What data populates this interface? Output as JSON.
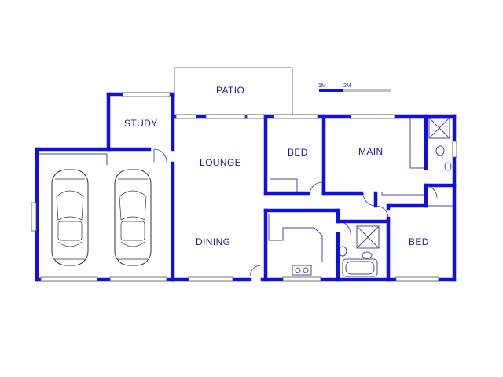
{
  "plan": {
    "rooms": {
      "patio": "PATIO",
      "study": "STUDY",
      "lounge": "LOUNGE",
      "bed1": "BED",
      "main": "MAIN",
      "dining": "DINING",
      "bed2": "BED"
    },
    "scale": {
      "label_1m": "1M",
      "label_2m": "2M"
    },
    "colors": {
      "wall": "#1010e0",
      "text": "#1a1aa8",
      "scale_grey": "#c0c0c0"
    }
  }
}
